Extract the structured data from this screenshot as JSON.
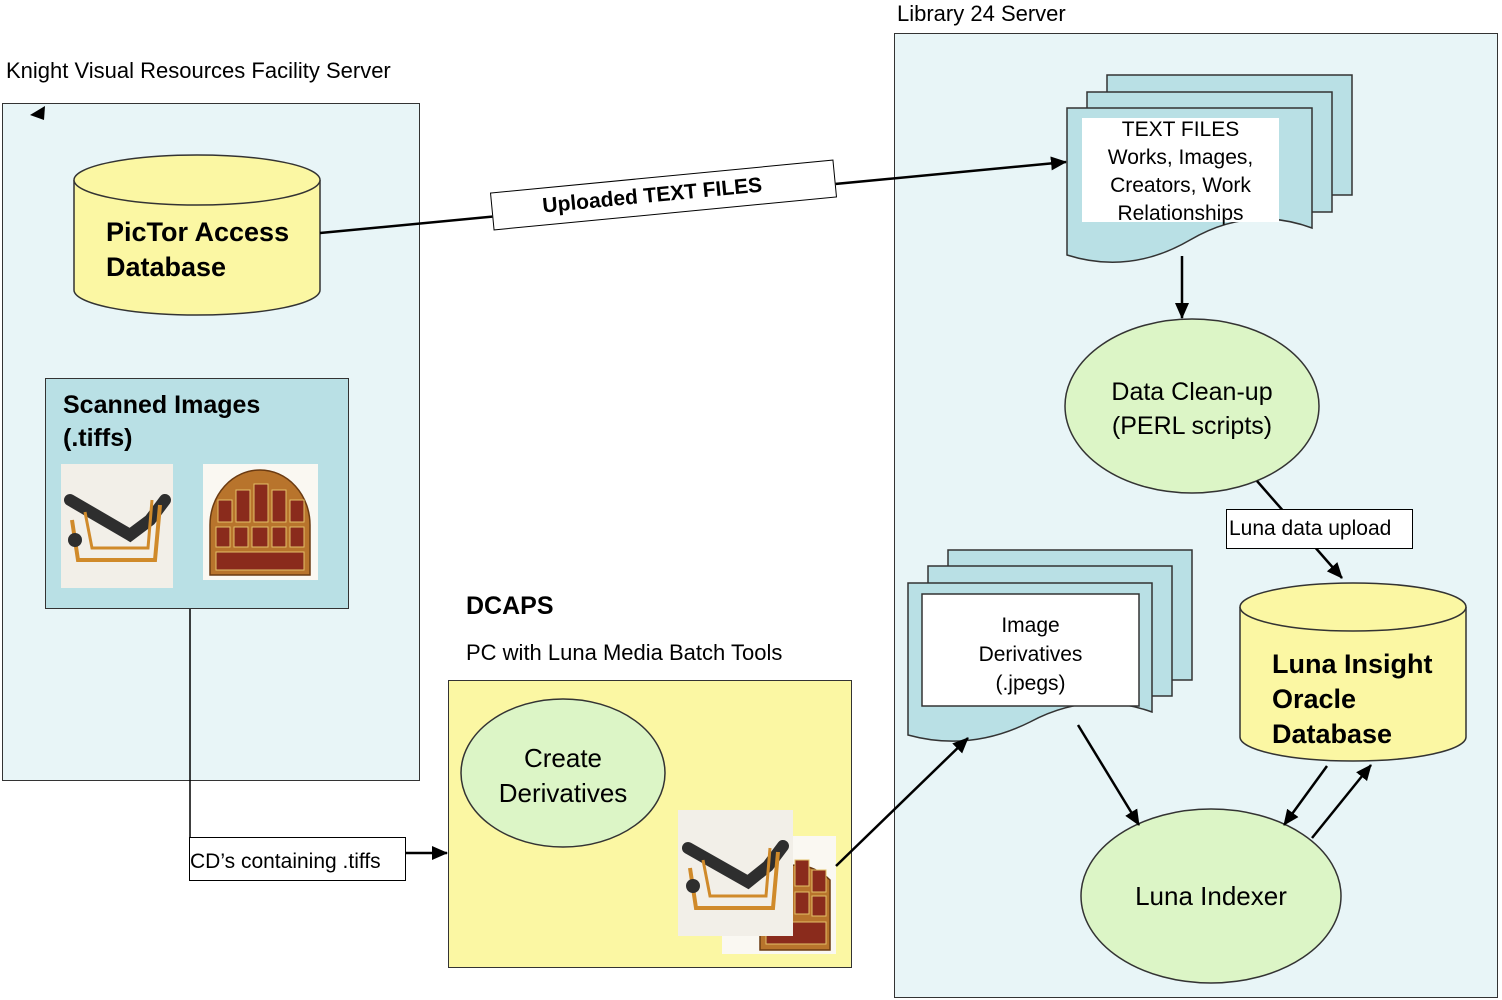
{
  "knight": {
    "title": "Knight Visual Resources Facility Server",
    "database_line1": "PicTor Access",
    "database_line2": "Database",
    "scanned_line1": "Scanned Images",
    "scanned_line2": "(.tiffs)"
  },
  "library": {
    "title": "Library 24 Server",
    "text_files": [
      "TEXT FILES",
      "Works, Images,",
      "Creators, Work",
      "Relationships"
    ],
    "cleanup_line1": "Data Clean-up",
    "cleanup_line2": "(PERL scripts)",
    "derivatives": [
      "Image",
      "Derivatives",
      "(.jpegs)"
    ],
    "luna_db": [
      "Luna Insight",
      "Oracle",
      "Database"
    ],
    "indexer": "Luna Indexer"
  },
  "dcaps": {
    "title": "DCAPS",
    "subtitle": "PC with Luna Media Batch Tools",
    "create_line1": "Create",
    "create_line2": "Derivatives"
  },
  "edges": {
    "uploaded": "Uploaded TEXT FILES",
    "cds": "CD’s containing .tiffs",
    "luna_upload": "Luna data upload"
  },
  "colors": {
    "panel_blue": "#e8f5f7",
    "box_blue": "#b9e0e5",
    "yellow": "#fbf7a3",
    "green": "#dcf5c6"
  }
}
